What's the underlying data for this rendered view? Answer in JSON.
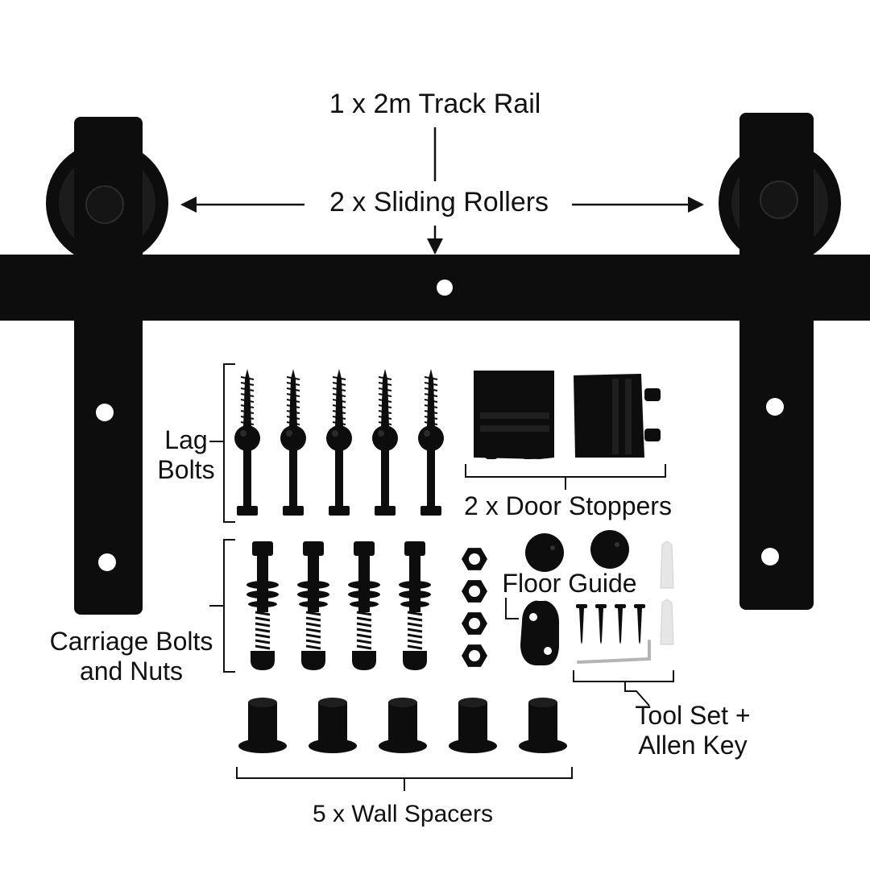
{
  "colors": {
    "hardware": "#0d0d0d",
    "highlight": "#2b2b2b",
    "text": "#111111",
    "leader": "#111111",
    "plug": "#e6e6e6",
    "wire": "#b4b4b4",
    "background": "#ffffff"
  },
  "labels": {
    "track_rail": "1 x 2m Track Rail",
    "sliding_rollers": "2 x Sliding Rollers",
    "lag_bolts": [
      "Lag",
      "Bolts"
    ],
    "door_stoppers": "2 x Door Stoppers",
    "floor_guide": "Floor Guide",
    "carriage_bolts": [
      "Carriage Bolts",
      "and Nuts"
    ],
    "tool_set": [
      "Tool Set +",
      "Allen Key"
    ],
    "wall_spacers": "5 x Wall Spacers"
  },
  "components": {
    "track_rail_count": 1,
    "sliding_rollers_count": 2,
    "lag_bolts_count": 5,
    "door_stoppers_count": 2,
    "carriage_bolts_count": 4,
    "nuts_count": 4,
    "floor_guide_discs_count": 2,
    "floor_guide_count": 1,
    "tool_screws_count": 4,
    "wall_plugs_count": 2,
    "allen_key_count": 1,
    "wall_spacers_count": 5
  }
}
